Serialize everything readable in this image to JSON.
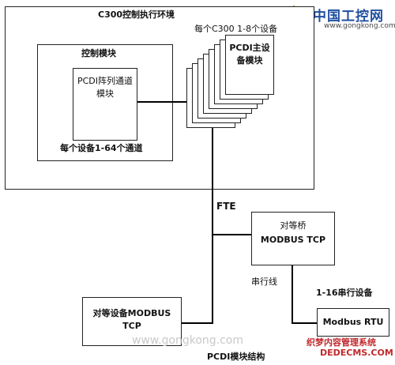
{
  "logo": {
    "brand": "中国工控网",
    "url": "www.gongkong.com"
  },
  "environment": {
    "title": "C300控制执行环境",
    "controller_count": "每个C300 1-8个设备"
  },
  "control_module": {
    "title": "控制模块",
    "array_module": "PCDI阵列通道模块",
    "channel_count": "每个设备1-64个通道"
  },
  "pcdi_master": {
    "label": "PCDI主设备模块"
  },
  "network": {
    "fte": "FTE",
    "serial": "串行线"
  },
  "peer_bridge": {
    "title": "对等桥",
    "protocol": "MODBUS TCP"
  },
  "peer_device": {
    "label": "对等设备MODBUS TCP"
  },
  "serial_devices": {
    "count": "1-16串行设备",
    "rtu": "Modbus RTU"
  },
  "caption": "PCDI模块结构",
  "watermarks": {
    "url": "www.gongkong.com",
    "site_cn": "织梦内容管理系统",
    "site_en": "DEDECMS.COM"
  }
}
